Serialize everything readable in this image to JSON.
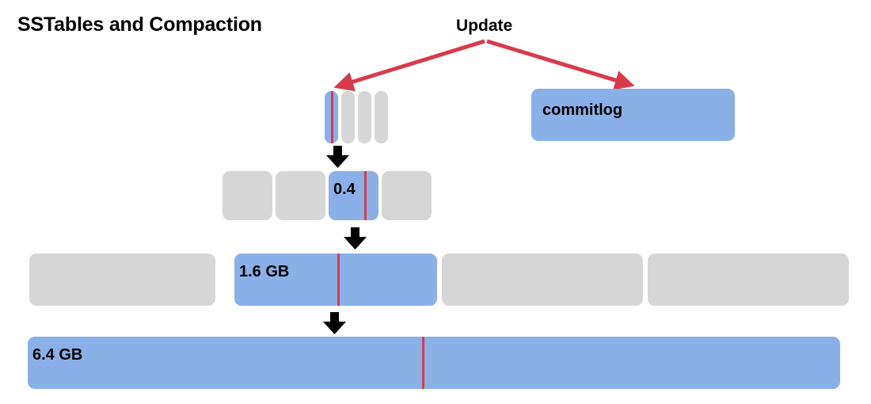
{
  "title": "SSTables and Compaction",
  "colors": {
    "blue": "#8ab0e8",
    "gray": "#d6d6d6",
    "red": "#d93a4b",
    "text": "#000000",
    "background": "#ffffff"
  },
  "update": {
    "label": "Update",
    "arrow_left_target": "memtable",
    "arrow_right_target": "commitlog"
  },
  "commitlog": {
    "label": "commitlog"
  },
  "memtable": {
    "bars": [
      {
        "fill": "blue",
        "has_red_line": true
      },
      {
        "fill": "gray",
        "has_red_line": false
      },
      {
        "fill": "gray",
        "has_red_line": false
      },
      {
        "fill": "gray",
        "has_red_line": false
      }
    ]
  },
  "levels": [
    {
      "name": "level-1",
      "blocks": [
        {
          "fill": "gray",
          "label": "",
          "has_red_line": false
        },
        {
          "fill": "gray",
          "label": "",
          "has_red_line": false
        },
        {
          "fill": "blue",
          "label": "0.4",
          "has_red_line": true
        },
        {
          "fill": "gray",
          "label": "",
          "has_red_line": false
        }
      ]
    },
    {
      "name": "level-2",
      "blocks": [
        {
          "fill": "gray",
          "label": "",
          "has_red_line": false
        },
        {
          "fill": "blue",
          "label": "1.6 GB",
          "has_red_line": true
        },
        {
          "fill": "gray",
          "label": "",
          "has_red_line": false
        },
        {
          "fill": "gray",
          "label": "",
          "has_red_line": false
        }
      ]
    },
    {
      "name": "level-3",
      "blocks": [
        {
          "fill": "blue",
          "label": "6.4 GB",
          "has_red_line": true
        }
      ]
    }
  ],
  "flow_arrows": [
    {
      "name": "memtable-to-level-1",
      "direction": "down"
    },
    {
      "name": "level-1-to-level-2",
      "direction": "down"
    },
    {
      "name": "level-2-to-level-3",
      "direction": "down"
    }
  ]
}
